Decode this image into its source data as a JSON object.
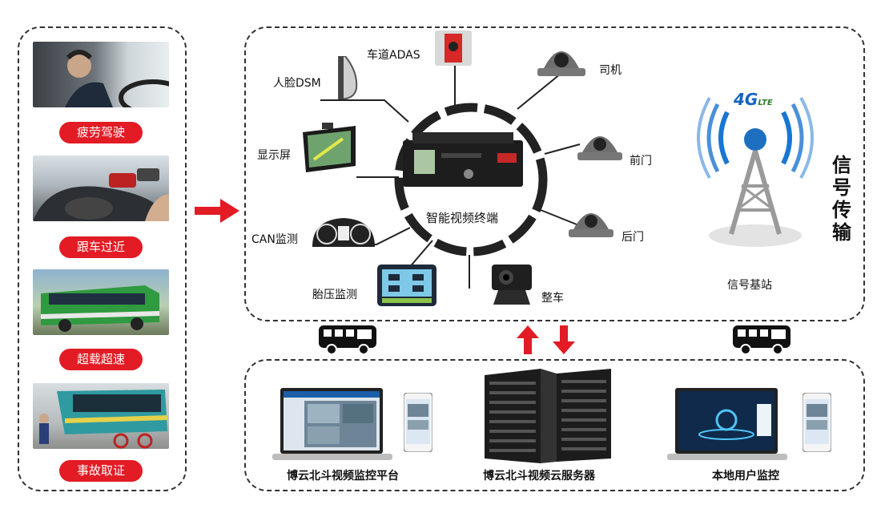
{
  "left_panel": {
    "items": [
      {
        "label": "疲劳驾驶",
        "icon": "tired-driver-photo"
      },
      {
        "label": "跟车过近",
        "icon": "tailgating-photo"
      },
      {
        "label": "超载超速",
        "icon": "overloaded-bus-photo"
      },
      {
        "label": "事故取证",
        "icon": "accident-photo"
      }
    ]
  },
  "terminal": {
    "center_label": "智能视频终端",
    "devices": {
      "adas": "车道ADAS",
      "dsm": "人脸DSM",
      "display": "显示屏",
      "can": "CAN监测",
      "tire": "胎压监测",
      "driver_cam": "司机",
      "front_door": "前门",
      "rear_door": "后门",
      "vehicle": "整车"
    }
  },
  "signal": {
    "title": "信号传输",
    "chars": [
      "信",
      "号",
      "传",
      "输"
    ],
    "tower_label": "信号基站",
    "badge": "4G",
    "badge_sub": "LTE"
  },
  "bottom": {
    "platform": "博云北斗视频监控平台",
    "server": "博云北斗视频云服务器",
    "local": "本地用户监控"
  },
  "colors": {
    "accent_red": "#e21b24",
    "ring": "#222222",
    "signal_blue": "#1976d2"
  }
}
